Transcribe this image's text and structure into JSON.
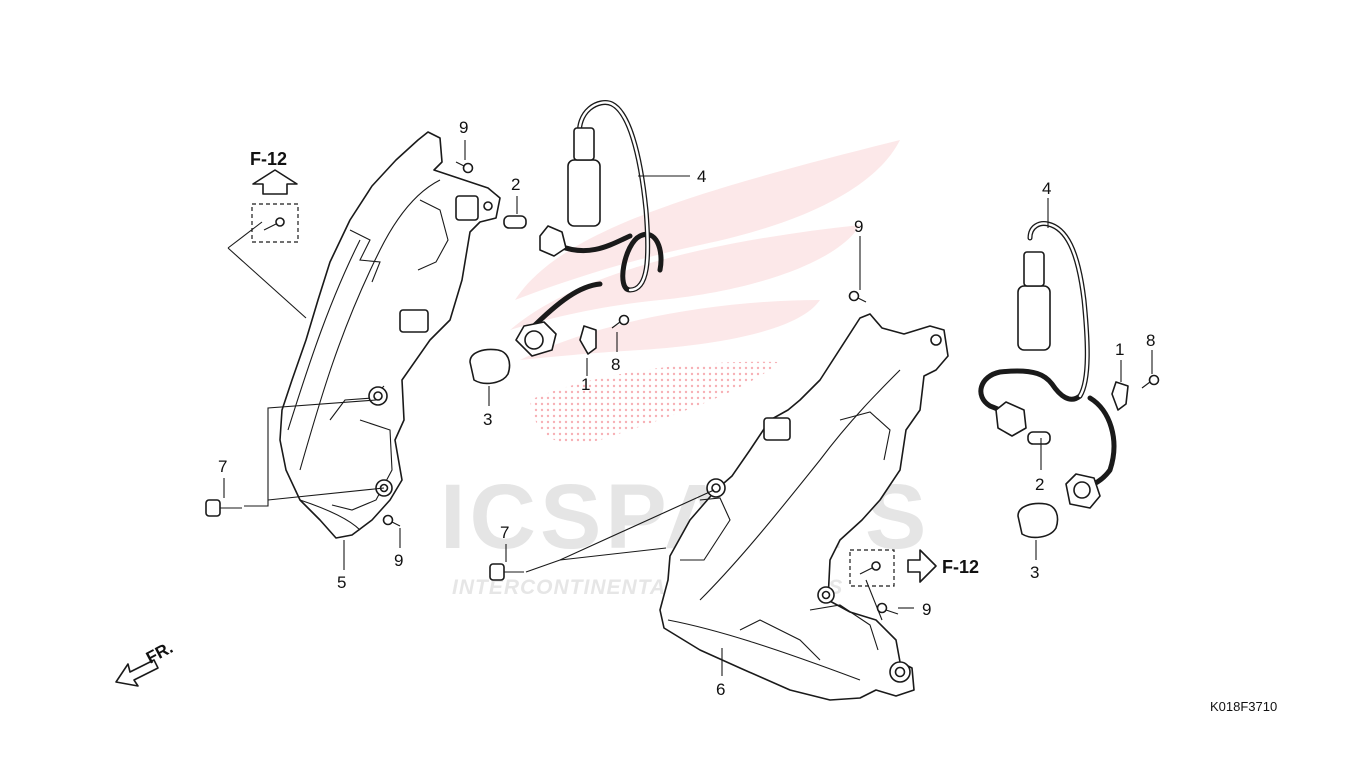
{
  "watermark": {
    "brand_main": "ICSPARTS",
    "brand_sub": "INTERCONTINENTAL SPARE PARTS",
    "brand_color": "#e60012"
  },
  "diagram": {
    "code": "K018F3710",
    "front_indicator": "FR.",
    "refs": [
      {
        "id": "ref-left",
        "label": "F-12",
        "direction": "up"
      },
      {
        "id": "ref-right",
        "label": "F-12",
        "direction": "right"
      }
    ],
    "callouts": {
      "p1a": "1",
      "p1b": "1",
      "p2a": "2",
      "p2b": "2",
      "p3a": "3",
      "p3b": "3",
      "p4a": "4",
      "p4b": "4",
      "p5": "5",
      "p6": "6",
      "p7a": "7",
      "p7b": "7",
      "p8a": "8",
      "p8b": "8",
      "p9a": "9",
      "p9b": "9",
      "p9c": "9",
      "p9d": "9"
    }
  }
}
